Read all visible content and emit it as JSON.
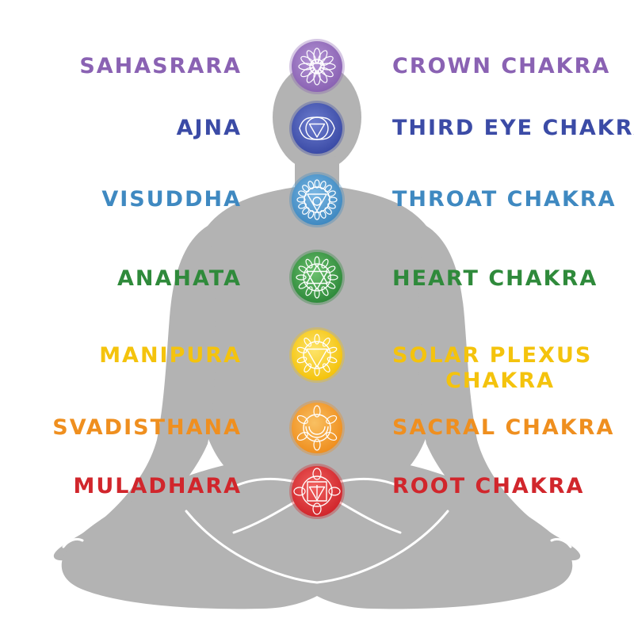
{
  "chakras": [
    {
      "sanskrit": "SAHASRARA",
      "english": "CROWN CHAKRA",
      "english_line2": "",
      "color": "#8a62b3",
      "light": "#b596d6",
      "icon": "lotus-crown-icon"
    },
    {
      "sanskrit": "AJNA",
      "english": "THIRD EYE CHAKRA",
      "english_line2": "",
      "color": "#3b4ba6",
      "light": "#6f7fd0",
      "icon": "third-eye-icon"
    },
    {
      "sanskrit": "VISUDDHA",
      "english": "THROAT CHAKRA",
      "english_line2": "",
      "color": "#3f89c1",
      "light": "#7cb8e4",
      "icon": "throat-triangle-icon"
    },
    {
      "sanskrit": "ANAHATA",
      "english": "HEART CHAKRA",
      "english_line2": "",
      "color": "#2f8a3b",
      "light": "#6cc16e",
      "icon": "heart-hexagram-icon"
    },
    {
      "sanskrit": "MANIPURA",
      "english": "SOLAR PLEXUS",
      "english_line2": "CHAKRA",
      "color": "#f4c30d",
      "light": "#fde46a",
      "icon": "solar-triangle-icon"
    },
    {
      "sanskrit": "SVADISTHANA",
      "english": "SACRAL CHAKRA",
      "english_line2": "",
      "color": "#ef8f1f",
      "light": "#f9c062",
      "icon": "sacral-crescent-icon"
    },
    {
      "sanskrit": "MULADHARA",
      "english": "ROOT CHAKRA",
      "english_line2": "",
      "color": "#d1262c",
      "light": "#f0625f",
      "icon": "root-square-icon"
    }
  ],
  "figure_color": "#b3b3b3",
  "figure_line_color": "#ffffff"
}
